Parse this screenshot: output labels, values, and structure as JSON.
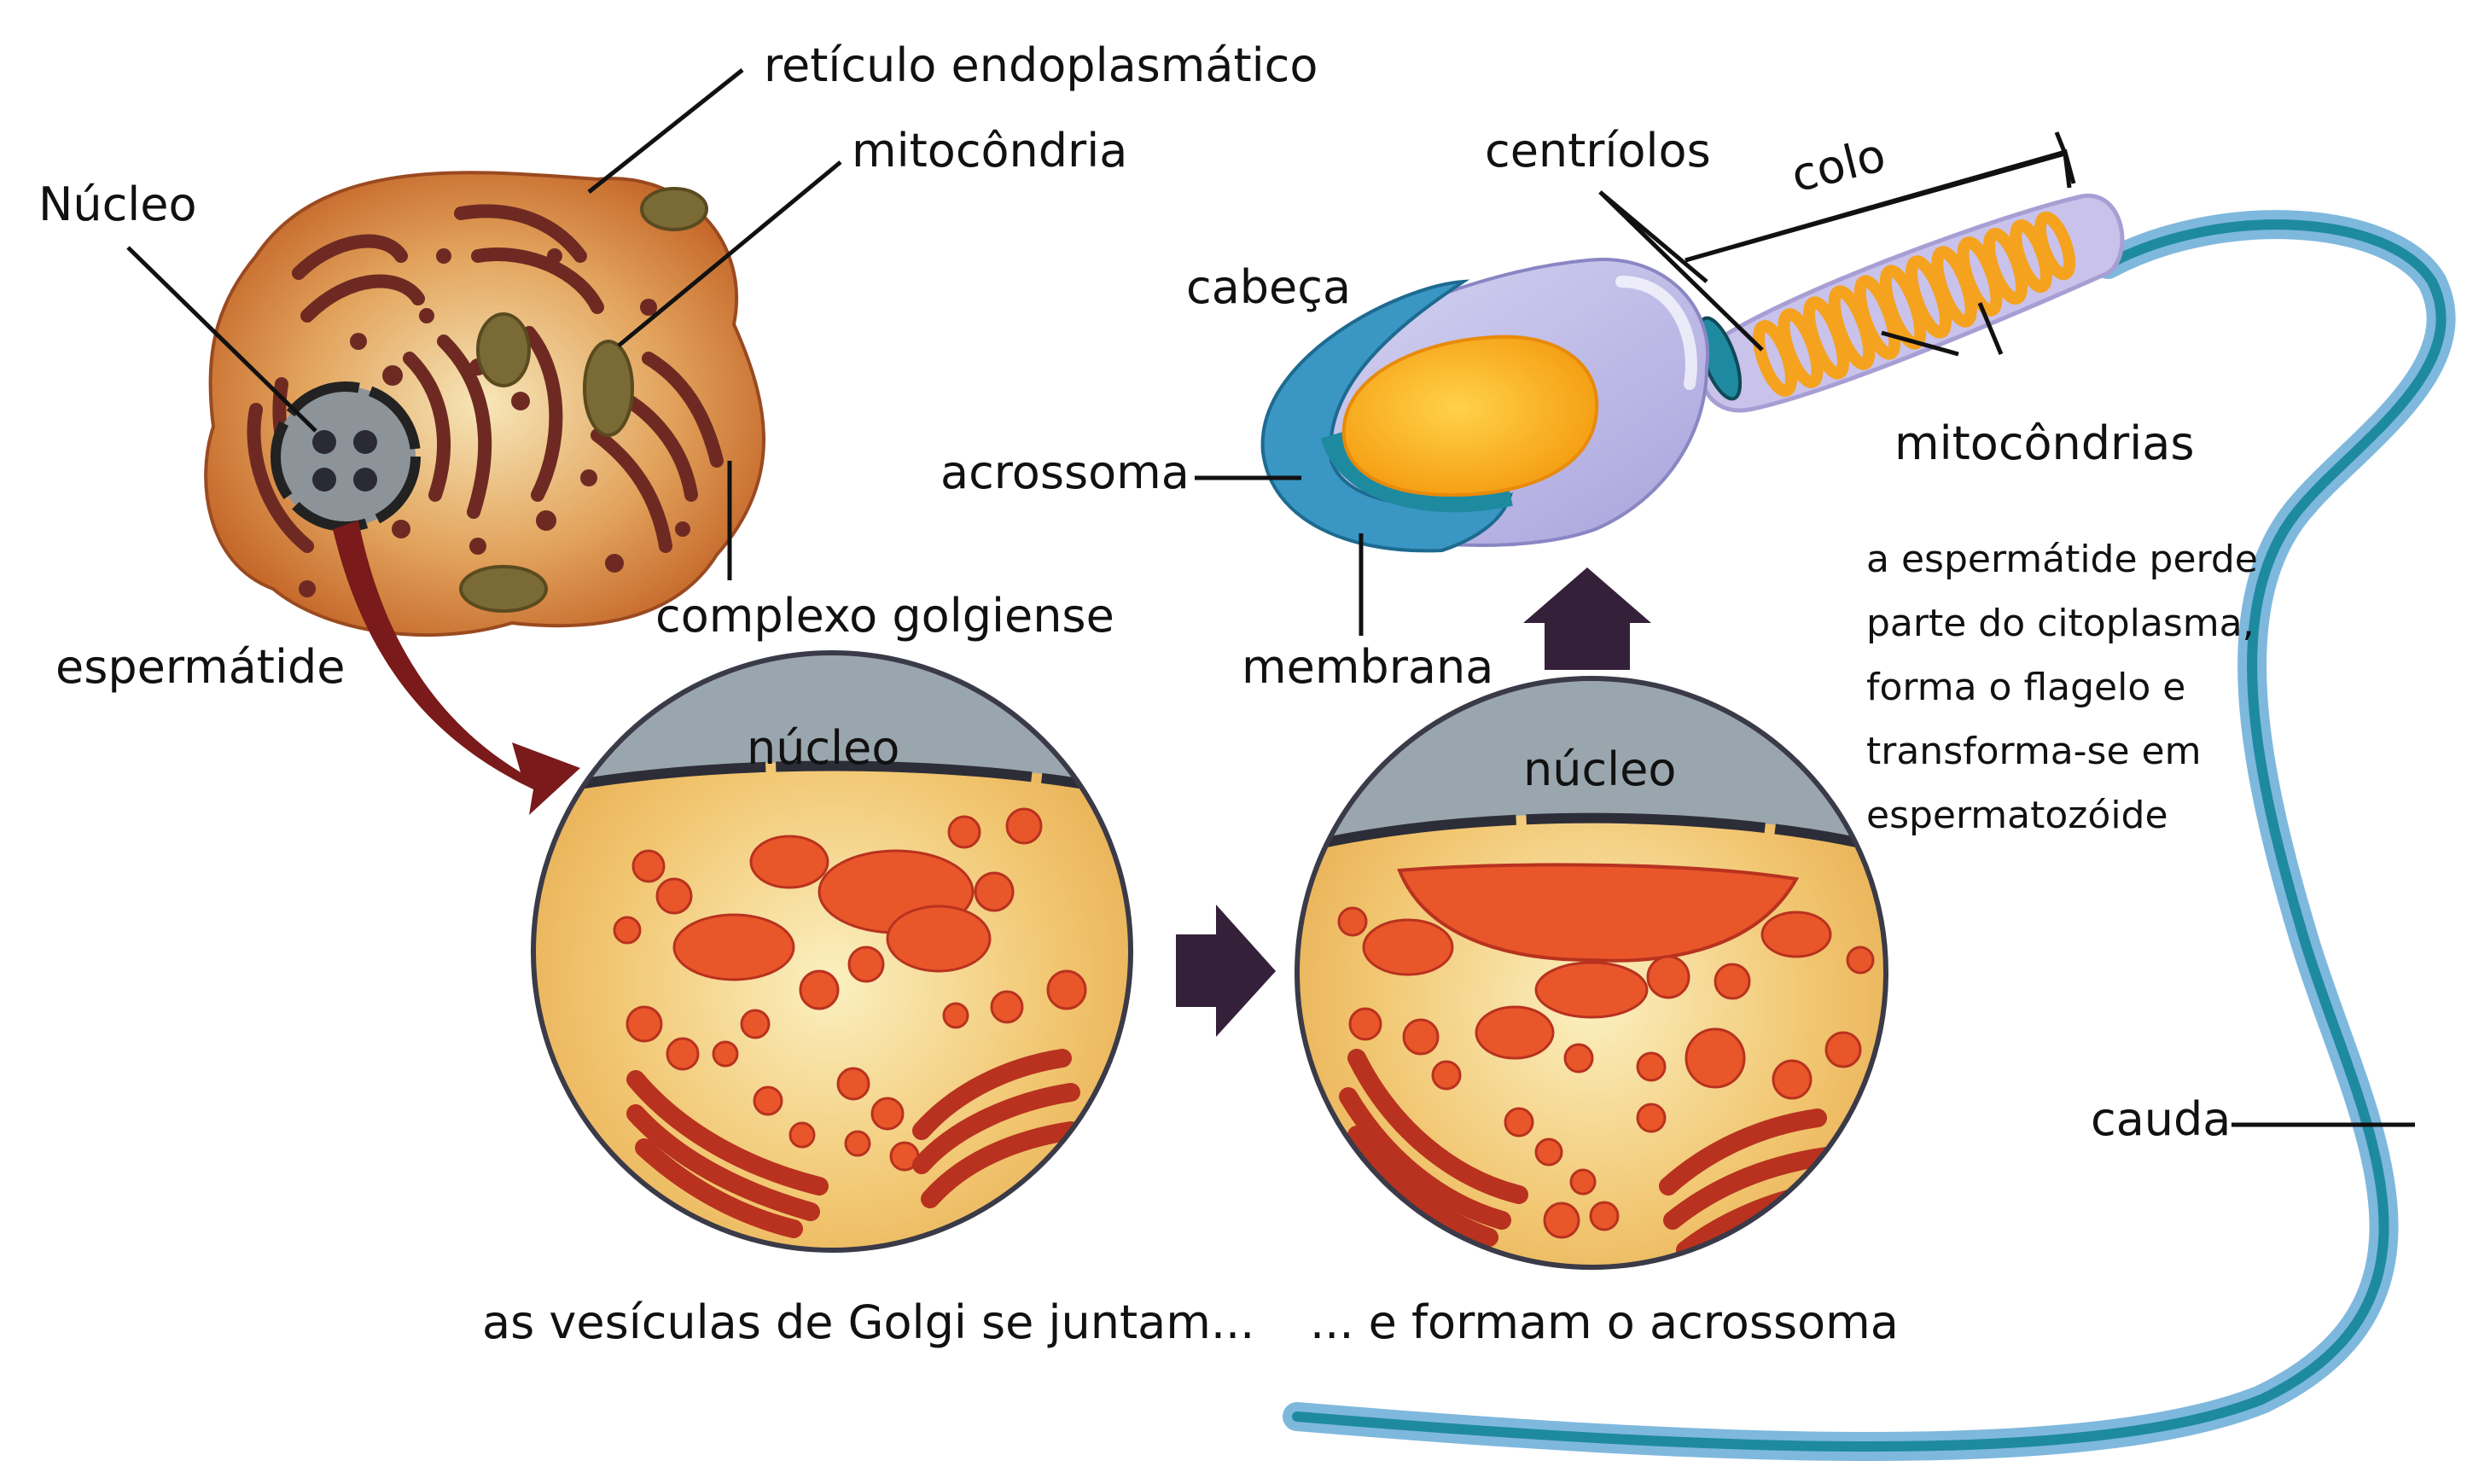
{
  "labels": {
    "reticulo": "retículo endoplasmático",
    "mitocondria": "mitocôndria",
    "nucleo_cell": "Núcleo",
    "complexo": "complexo golgiense",
    "espermatide": "espermátide",
    "centriolos": "centríolos",
    "colo": "colo",
    "cabeca": "cabeça",
    "acrossoma": "acrossoma",
    "membrana": "membrana",
    "mitocondrias": "mitocôndrias",
    "cauda": "cauda",
    "nucleo_1": "núcleo",
    "nucleo_2": "núcleo",
    "caption_1": "as vesículas de Golgi se juntam...",
    "caption_2": "... e formam o acrossoma",
    "description": [
      "a espermátide perde",
      "parte do citoplasma,",
      "forma o flagelo e",
      "transforma-se em",
      "espermatozóide"
    ]
  },
  "colors": {
    "cell_outer": "#c86a2e",
    "cell_inner": "#f2d9a2",
    "organelle": "#6e2a22",
    "mito": "#7a6a35",
    "nucleus": "#8c949a",
    "circle_fill": "#f0c470",
    "circle_cap": "#9aa6ad",
    "vesicle": "#e8562a",
    "golgi": "#b8321f",
    "head_body": "#b9b6e6",
    "acrosome_blue": "#3a96c2",
    "acrosome_teal": "#1e8aa0",
    "head_nucleus": "#f9b51c",
    "midpiece": "#c9c2ea",
    "mito_coil": "#f5a21e",
    "tail": "#3a93bd",
    "arrow_dark": "#35203a",
    "arrow_red": "#7a1a1a"
  }
}
